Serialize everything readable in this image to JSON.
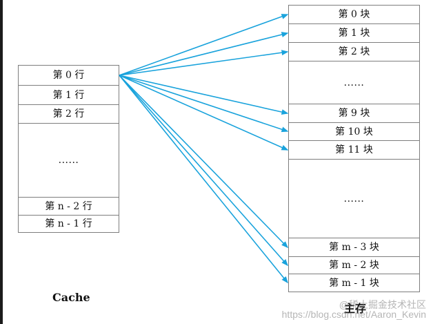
{
  "cache": {
    "caption": "Cache",
    "lines": [
      {
        "label": "第 0 行"
      },
      {
        "label": "第 1 行"
      },
      {
        "label": "第 2 行"
      },
      {
        "label": "......"
      },
      {
        "label": "第 n - 2 行"
      },
      {
        "label": "第 n - 1 行"
      }
    ]
  },
  "memory": {
    "caption": "主存",
    "blocks": [
      {
        "label": "第 0 块"
      },
      {
        "label": "第 1 块"
      },
      {
        "label": "第 2 块"
      },
      {
        "label": "......"
      },
      {
        "label": "第 9 块"
      },
      {
        "label": "第 10 块"
      },
      {
        "label": "第 11 块"
      },
      {
        "label": "......"
      },
      {
        "label": "第 m - 3 块"
      },
      {
        "label": "第 m - 2 块"
      },
      {
        "label": "第 m - 1 块"
      }
    ]
  },
  "mapping": {
    "arrow_color": "#1aa3dc",
    "arrow_targets": [
      0,
      1,
      2,
      4,
      5,
      6,
      8,
      9,
      10
    ]
  },
  "watermark": "@稀土掘金技术社区\nhttps://blog.csdn.net/Aaron_Kevin"
}
